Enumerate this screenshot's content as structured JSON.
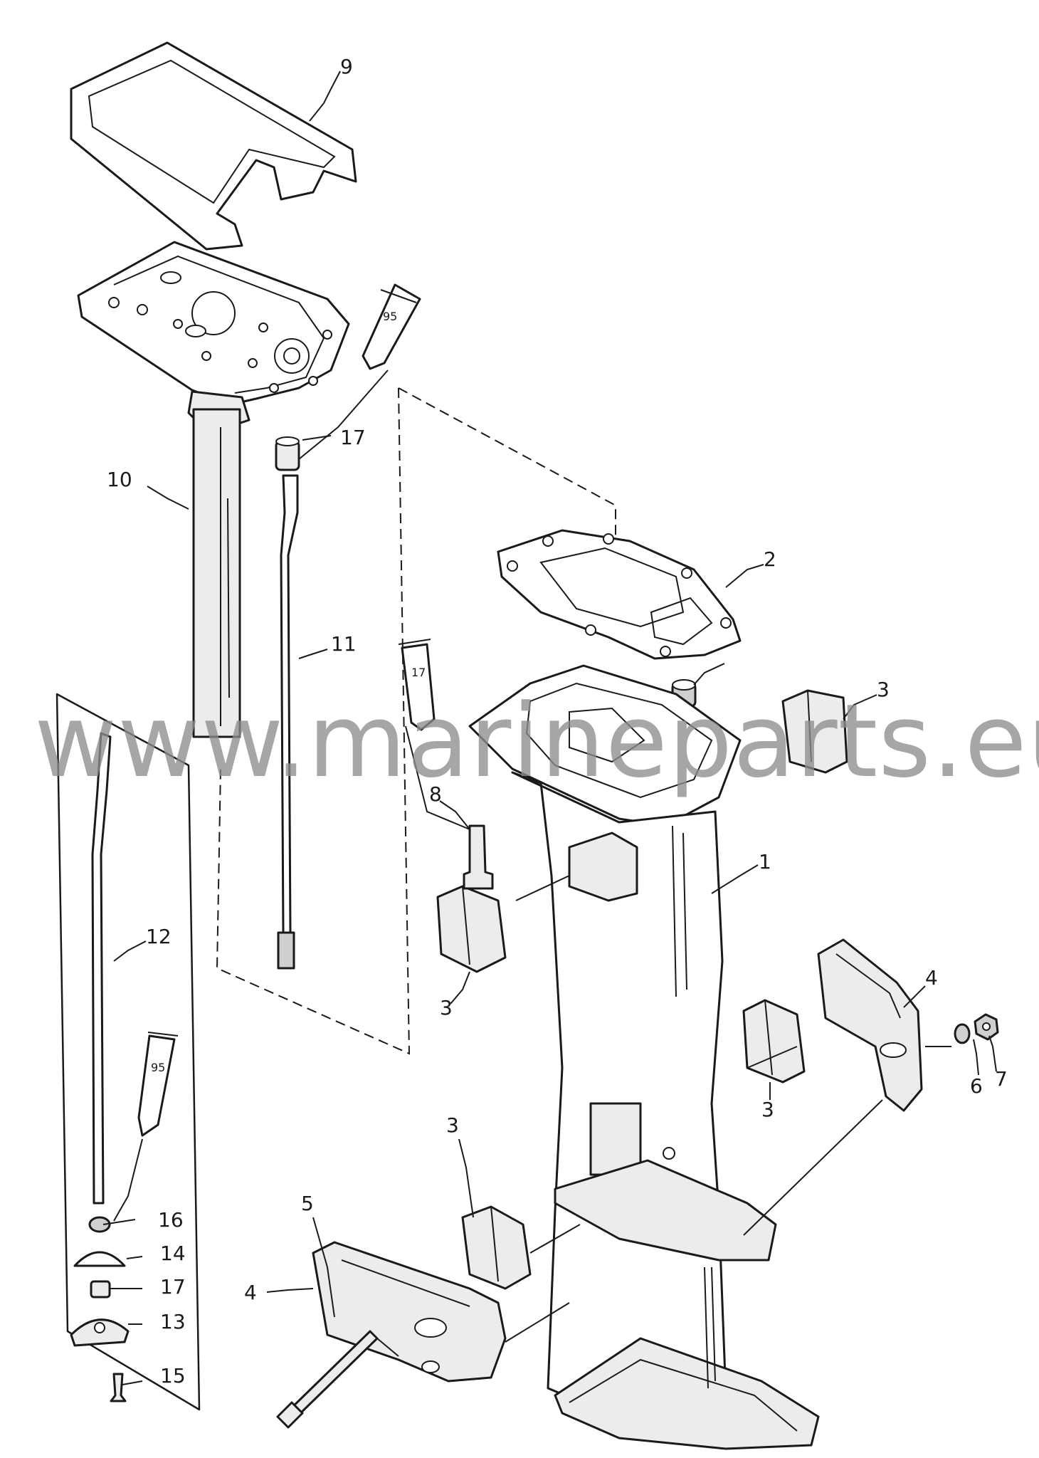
{
  "watermark": "www.marineparts.eu",
  "callouts": {
    "c1": "1",
    "c2": "2",
    "c3a": "3",
    "c3b": "3",
    "c3c": "3",
    "c3d": "3",
    "c4a": "4",
    "c4b": "4",
    "c5": "5",
    "c6": "6",
    "c7": "7",
    "c8": "8",
    "c9": "9",
    "c10": "10",
    "c11": "11",
    "c12": "12",
    "c13": "13",
    "c14": "14",
    "c15": "15",
    "c16": "16",
    "c17a": "17",
    "c17b": "17"
  },
  "sealant_tubes": {
    "top": "95",
    "middle": "17",
    "left": "95"
  }
}
